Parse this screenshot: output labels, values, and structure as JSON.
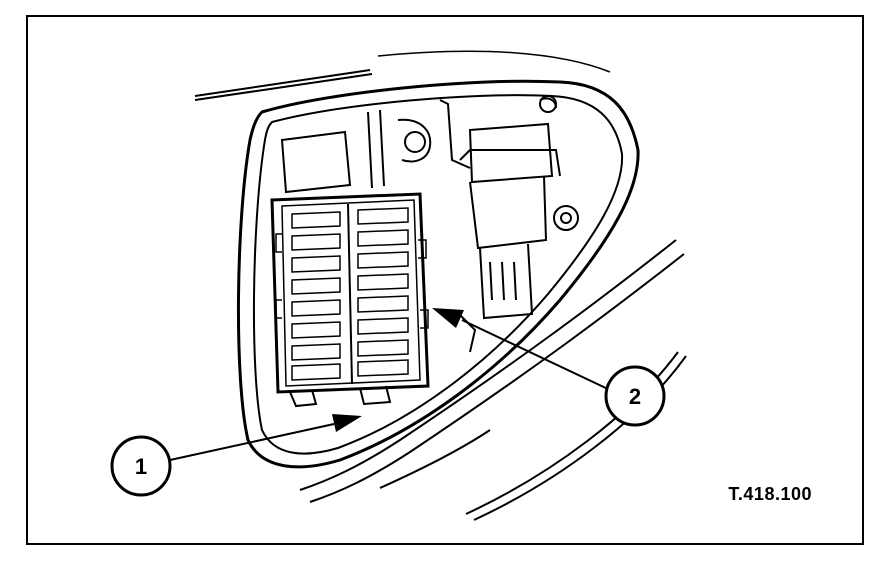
{
  "diagram": {
    "reference_code": "T.418.100",
    "callouts": [
      {
        "id": "1",
        "label": "1"
      },
      {
        "id": "2",
        "label": "2"
      }
    ]
  }
}
